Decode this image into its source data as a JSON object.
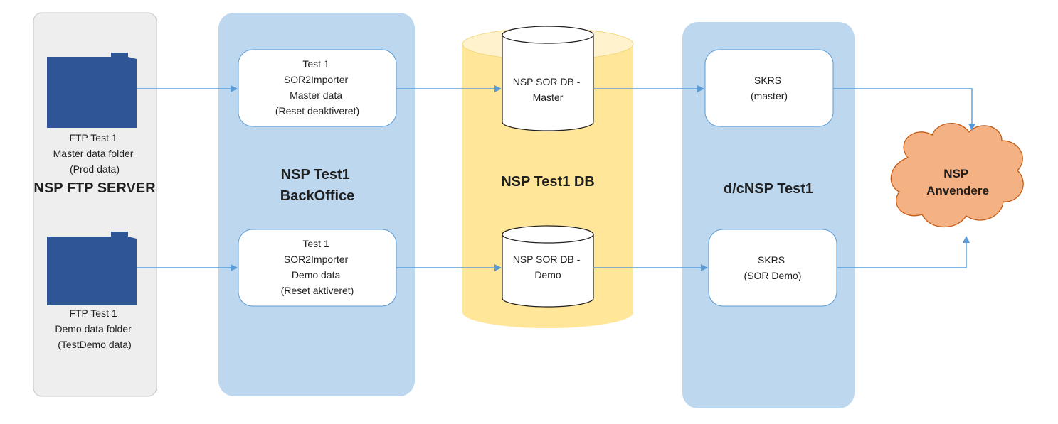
{
  "colors": {
    "ftp_panel": "#eeeeee",
    "ftp_panel_border": "#c8c8c8",
    "lane_blue": "#bdd7ee",
    "lane_yellow": "#ffe699",
    "folder": "#2f5597",
    "arrow": "#5b9bd5",
    "cloud": "#f4b183",
    "cloud_border": "#c55a11"
  },
  "ftp_server": {
    "title": "NSP FTP SERVER",
    "folders": [
      {
        "icon": "folder-icon",
        "lines": [
          "FTP Test 1",
          "Master data folder",
          "(Prod data)"
        ]
      },
      {
        "icon": "folder-icon",
        "lines": [
          "FTP Test 1",
          "Demo data folder",
          "(TestDemo data)"
        ]
      }
    ]
  },
  "backoffice": {
    "title_lines": [
      "NSP Test1",
      "BackOffice"
    ],
    "importers": [
      {
        "lines": [
          "Test 1",
          "SOR2Importer",
          "Master data",
          "(Reset deaktiveret)"
        ]
      },
      {
        "lines": [
          "Test 1",
          "SOR2Importer",
          "Demo data",
          "(Reset aktiveret)"
        ]
      }
    ]
  },
  "database": {
    "title": "NSP Test1 DB",
    "dbs": [
      {
        "icon": "database-icon",
        "lines": [
          "NSP SOR DB -",
          "Master"
        ]
      },
      {
        "icon": "database-icon",
        "lines": [
          "NSP SOR DB -",
          "Demo"
        ]
      }
    ]
  },
  "dcnsp": {
    "title": "d/cNSP Test1",
    "services": [
      {
        "lines": [
          "SKRS",
          "(master)"
        ]
      },
      {
        "lines": [
          "SKRS",
          "(SOR Demo)"
        ]
      }
    ]
  },
  "users": {
    "icon": "cloud-icon",
    "lines": [
      "NSP",
      "Anvendere"
    ]
  }
}
